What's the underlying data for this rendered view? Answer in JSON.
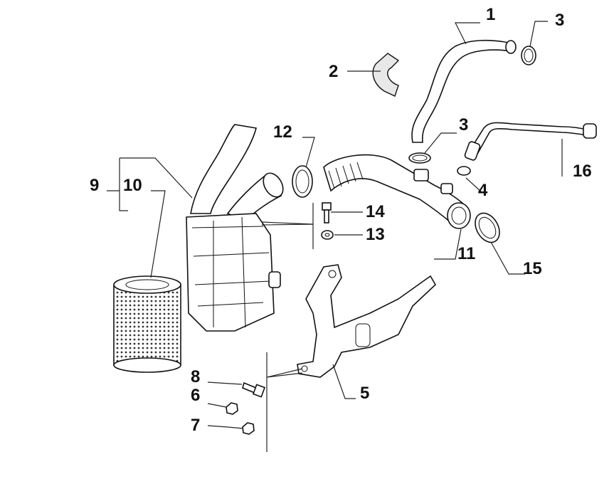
{
  "diagram": {
    "type": "exploded-parts-diagram",
    "callouts": {
      "p1": "1",
      "p2": "2",
      "p3a": "3",
      "p3b": "3",
      "p4": "4",
      "p5": "5",
      "p6": "6",
      "p7": "7",
      "p8": "8",
      "p9": "9",
      "p10": "10",
      "p11": "11",
      "p12": "12",
      "p13": "13",
      "p14": "14",
      "p15": "15",
      "p16": "16"
    }
  }
}
